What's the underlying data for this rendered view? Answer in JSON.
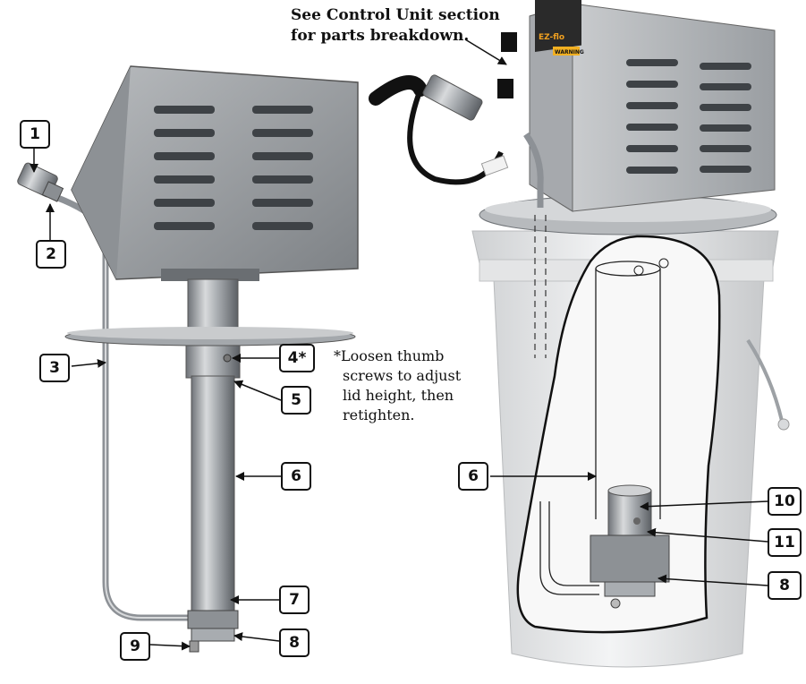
{
  "header_note": {
    "line1": "See Control Unit section",
    "line2": "for parts breakdown."
  },
  "thumb_note": {
    "line1": "*Loosen thumb",
    "line2": "screws to adjust",
    "line3": "lid height, then",
    "line4": "retighten."
  },
  "brand_label": "EZ-flo",
  "warning_label": "WARNING",
  "callouts": {
    "c1": "1",
    "c2": "2",
    "c3": "3",
    "c4": "4*",
    "c5": "5",
    "c6_left": "6",
    "c7": "7",
    "c8_left": "8",
    "c9": "9",
    "c6_right": "6",
    "c10": "10",
    "c11": "11",
    "c8_right": "8"
  },
  "colors": {
    "steel": "#9ea2a6",
    "steel_dark": "#5d6166",
    "bucket": "#ecedee",
    "ink": "#111111"
  }
}
